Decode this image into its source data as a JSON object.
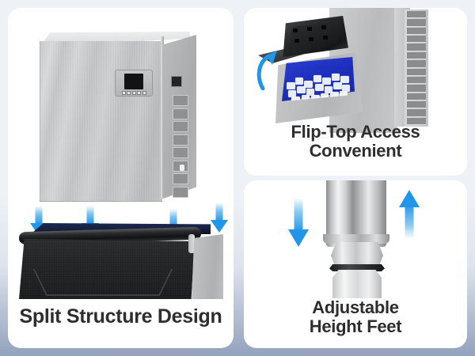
{
  "background": {
    "top_color": "#eef1f6",
    "bottom_color": "#93a2bd"
  },
  "accent": {
    "arrow_blue": "#2196e8",
    "ice_blue": "#1d2fbd",
    "caption_color": "#2e2e2e"
  },
  "cards": {
    "split": {
      "caption": "Split Structure Design",
      "product": {
        "type": "commercial-ice-machine",
        "finish": "brushed-stainless-steel",
        "control_panel": {
          "display": "lcd-screen",
          "button_count": 5
        },
        "side_vent_count": 8,
        "side_port": "water-inlet-port"
      },
      "bin": {
        "type": "ice-storage-bin",
        "finish": "black-textured",
        "lid": "hinged-top-lid",
        "side_panel": "stainless-side"
      },
      "arrow_count": 4,
      "arrow_direction": "down"
    },
    "flip": {
      "caption_line_1": "Flip-Top Access",
      "caption_line_2": "Convenient",
      "lid_state": "open",
      "lid_dot_count": 6,
      "interior": "blue-lined-ice-well",
      "contents": "ice-cubes",
      "arrow": "curved-up-arrow",
      "vent_slat_count": 14
    },
    "feet": {
      "caption_line_1": "Adjustable",
      "caption_line_2": "Height Feet",
      "component": "threaded-adjustable-leg",
      "finish": "polished-chrome",
      "parts": [
        "cylindrical-shaft",
        "upper-hex-nut",
        "rubber-band",
        "lower-hex-base"
      ],
      "arrows": [
        "down",
        "up"
      ]
    }
  }
}
